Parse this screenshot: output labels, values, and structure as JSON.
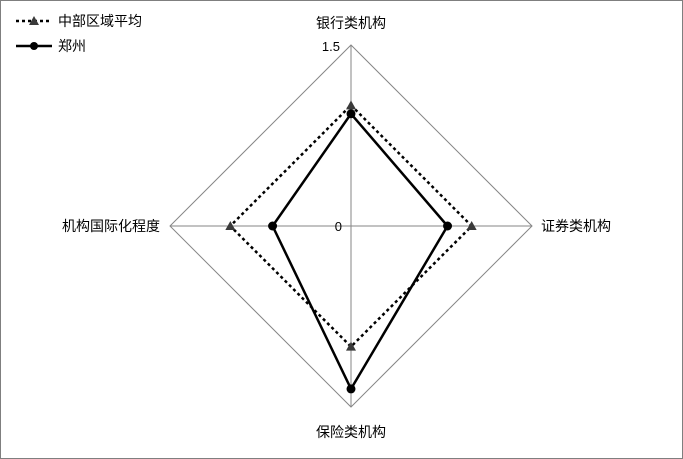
{
  "chart_data": {
    "type": "radar",
    "axes": [
      "银行类机构",
      "证券类机构",
      "保险类机构",
      "机构国际化程度"
    ],
    "rmin": 0,
    "rmax": 1.5,
    "ticks": [
      "0",
      "1.5"
    ],
    "legend_position": "top-left",
    "series": [
      {
        "name": "中部区域平均",
        "values": [
          1.0,
          1.0,
          1.0,
          1.0
        ],
        "style": "dotted",
        "marker": "triangle",
        "color": "#000000"
      },
      {
        "name": "郑州",
        "values": [
          0.93,
          0.8,
          1.35,
          0.65
        ],
        "style": "solid",
        "marker": "circle",
        "color": "#000000"
      }
    ]
  }
}
